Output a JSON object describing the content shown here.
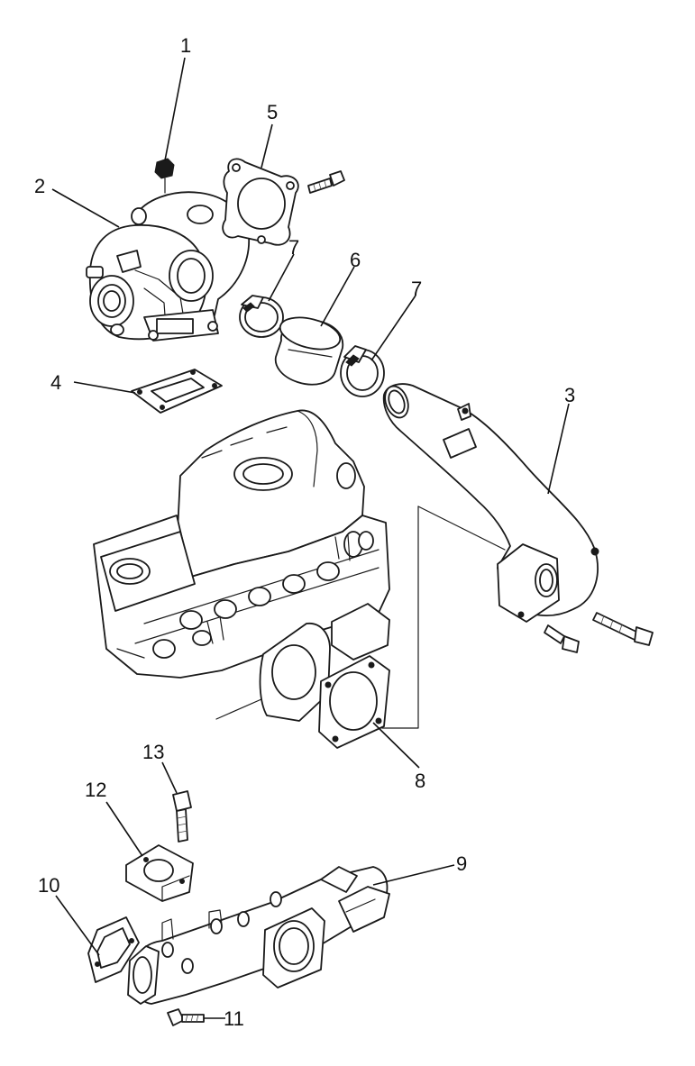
{
  "diagram": {
    "callouts": [
      {
        "label": "1"
      },
      {
        "label": "2"
      },
      {
        "label": "3"
      },
      {
        "label": "4"
      },
      {
        "label": "5"
      },
      {
        "label": "6"
      },
      {
        "label": "7"
      },
      {
        "label": "7"
      },
      {
        "label": "8"
      },
      {
        "label": "9"
      },
      {
        "label": "10"
      },
      {
        "label": "11"
      },
      {
        "label": "12"
      },
      {
        "label": "13"
      }
    ]
  }
}
